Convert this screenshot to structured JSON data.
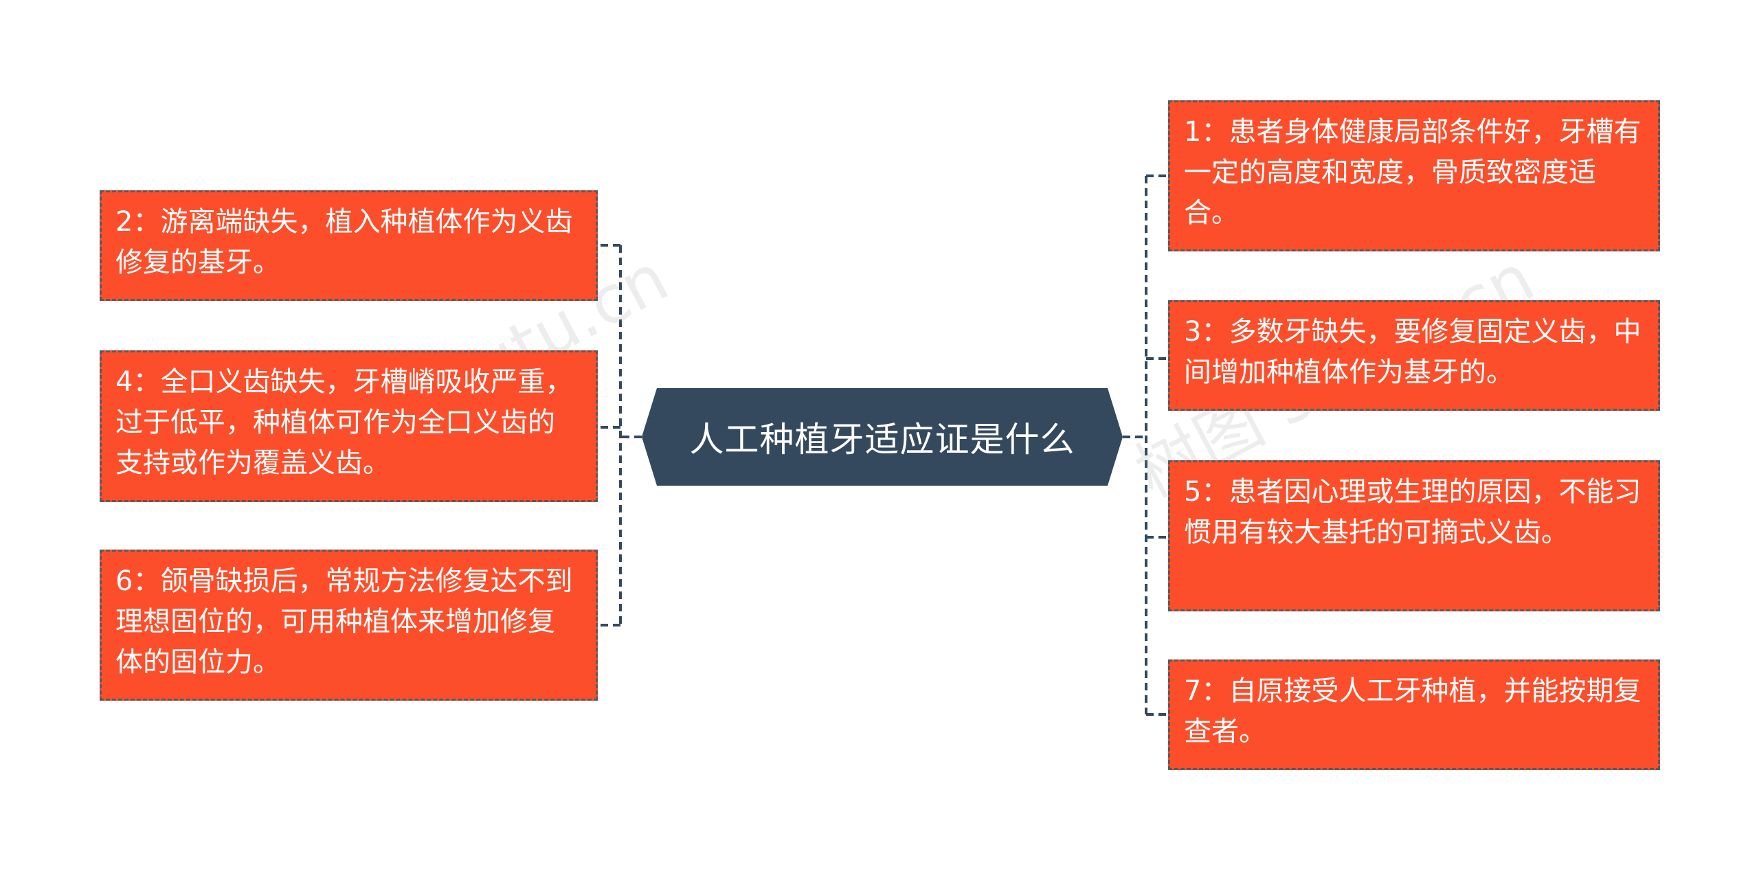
{
  "center": {
    "title": "人工种植牙适应证是什么"
  },
  "left_nodes": [
    {
      "text": "2：游离端缺失，植入种植体作为义齿修复的基牙。"
    },
    {
      "text": "4：全口义齿缺失，牙槽嵴吸收严重，过于低平，种植体可作为全口义齿的支持或作为覆盖义齿。"
    },
    {
      "text": "6：颌骨缺损后，常规方法修复达不到理想固位的，可用种植体来增加修复体的固位力。"
    }
  ],
  "right_nodes": [
    {
      "text": "1：患者身体健康局部条件好，牙槽有一定的高度和宽度，骨质致密度适合。"
    },
    {
      "text": "3：多数牙缺失，要修复固定义齿，中间增加种植体作为基牙的。"
    },
    {
      "text": "5：患者因心理或生理的原因，不能习惯用有较大基托的可摘式义齿。"
    },
    {
      "text": "7：自原接受人工牙种植，并能按期复查者。"
    }
  ],
  "watermarks": [
    "树图 shutu.cn",
    "树图 shutu.cn"
  ],
  "colors": {
    "center_fill": "#34495e",
    "node_fill": "#fd4e2b",
    "node_border": "#5a5a5a",
    "connector": "#34495e"
  }
}
